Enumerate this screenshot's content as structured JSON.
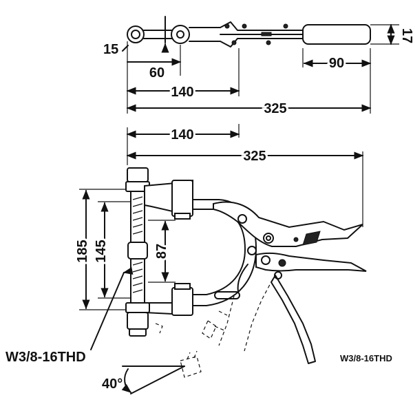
{
  "dimensions": {
    "d15": "15",
    "d17": "17",
    "d60": "60",
    "d90": "90",
    "d140_top": "140",
    "d325_top": "325",
    "d140_mid": "140",
    "d325_mid": "325",
    "d185": "185",
    "d145": "145",
    "d87": "87",
    "d40": "40°"
  },
  "thread_labels": {
    "left": "W3/8-16THD",
    "right": "W3/8-16THD"
  }
}
